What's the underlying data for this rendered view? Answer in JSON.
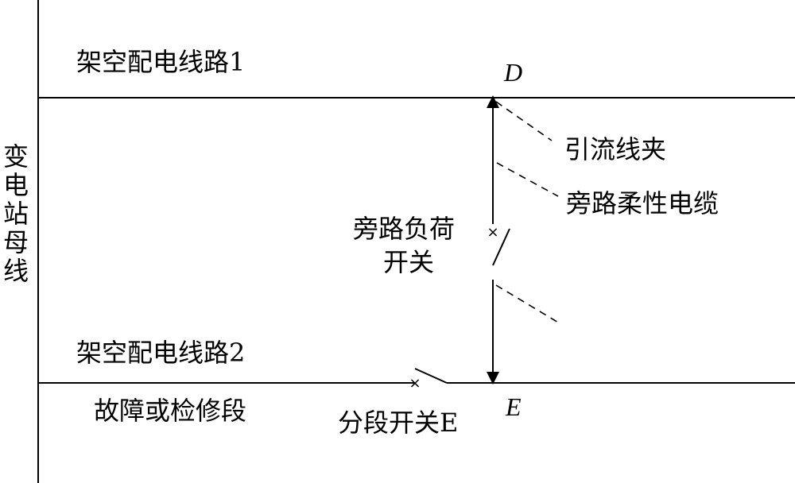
{
  "labels": {
    "busbar": "变电站母线",
    "line1": "架空配电线路1",
    "line2": "架空配电线路2",
    "point_d": "D",
    "point_e": "E",
    "clamp": "引流线夹",
    "cable": "旁路柔性电缆",
    "load_switch_line1": "旁路负荷",
    "load_switch_line2": "开关",
    "fault_section": "故障或检修段",
    "section_switch": "分段开关E"
  },
  "colors": {
    "stroke": "#000000",
    "background": "#ffffff"
  }
}
